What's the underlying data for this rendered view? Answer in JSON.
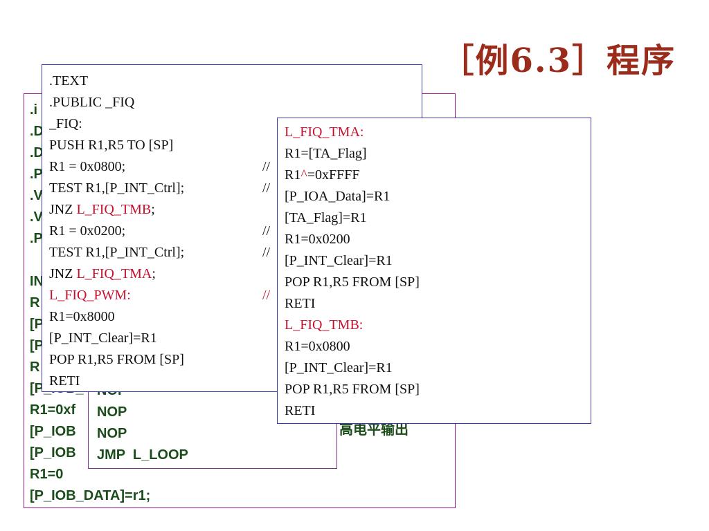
{
  "title": "［例6.3］程序",
  "box1": {
    "lines": [
      ".i",
      ".D",
      ".D",
      ".P",
      ".V",
      ".V",
      ".P",
      "",
      "IN",
      "R",
      "[P",
      "[P",
      "R",
      "[P_IOB_",
      "R1=0xf",
      "[P_IOB",
      "[P_IOB",
      "R1=0",
      "[P_IOB_DATA]=r1;"
    ],
    "note": "高电平输出"
  },
  "box2": {
    "lines": [
      "NOP",
      "NOP",
      "NOP",
      "JMP  L_LOOP"
    ]
  },
  "box3": {
    "lines": [
      ".TEXT",
      ".PUBLIC _FIQ",
      "_FIQ:",
      "PUSH R1,R5 TO [SP]",
      "R1 = 0x0800;",
      "TEST R1,[P_INT_Ctrl];",
      "JNZ L_FIQ_TMB;",
      "R1 = 0x0200;",
      "TEST R1,[P_INT_Ctrl];",
      "JNZ L_FIQ_TMA;",
      "L_FIQ_PWM:",
      "R1=0x8000",
      "[P_INT_Clear]=R1",
      "POP R1,R5 FROM [SP]",
      "RETI"
    ],
    "comment_lines": [
      "//",
      "//",
      "",
      "//",
      "//",
      "",
      "//"
    ]
  },
  "box4": {
    "lines": [
      "L_FIQ_TMA:",
      "R1=[TA_Flag]",
      "R1^=0xFFFF",
      "[P_IOA_Data]=R1",
      "[TA_Flag]=R1",
      "R1=0x0200",
      "[P_INT_Clear]=R1",
      "POP R1,R5 FROM [SP]",
      "RETI",
      "L_FIQ_TMB:",
      "R1=0x0800",
      "[P_INT_Clear]=R1",
      "POP R1,R5 FROM [SP]",
      "RETI"
    ]
  },
  "colors": {
    "title": "#9b2c1c",
    "label_red": "#c8102e",
    "code_green": "#1b4d1b"
  }
}
